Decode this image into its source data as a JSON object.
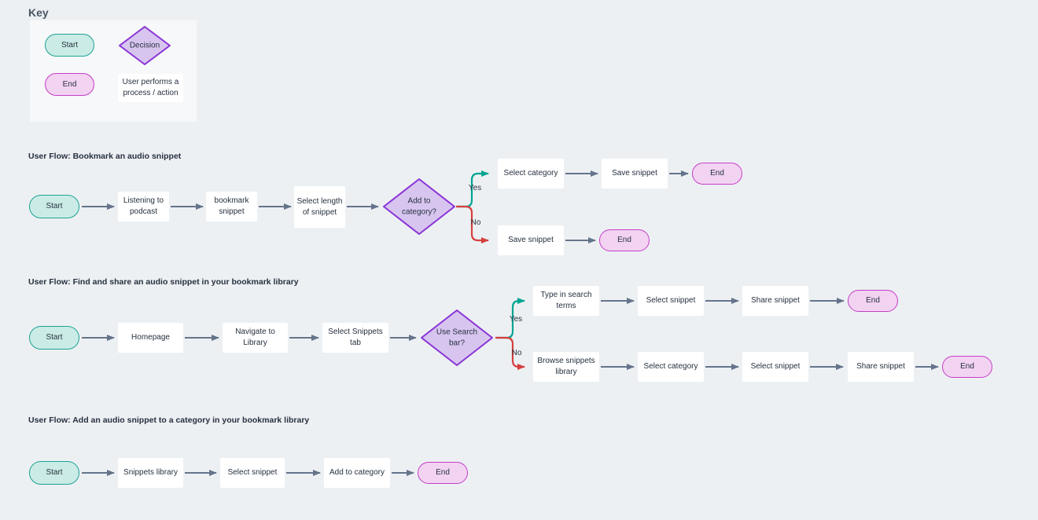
{
  "colors": {
    "background": "#edf0f3",
    "key_panel": "#f7f8f9",
    "start_fill": "#cbece6",
    "start_border": "#1ea295",
    "end_fill": "#f3d3f2",
    "end_border": "#c43fc8",
    "decision_fill": "#d7c5ef",
    "decision_border": "#8a33d6",
    "process_fill": "#ffffff",
    "arrow_gray": "#64748b",
    "arrow_yes": "#00a491",
    "arrow_no": "#d63f3f",
    "text": "#26313f"
  },
  "key": {
    "title": "Key",
    "start": "Start",
    "decision": "Decision",
    "end": "End",
    "process": "User performs a process / action"
  },
  "flow1": {
    "title": "User Flow: Bookmark an audio snippet",
    "start": "Start",
    "step1": "Listening to podcast",
    "step2": "bookmark snippet",
    "step3": "Select length of snippet",
    "decision": "Add to category?",
    "yes_label": "Yes",
    "no_label": "No",
    "yes_step1": "Select category",
    "yes_step2": "Save snippet",
    "yes_end": "End",
    "no_step1": "Save snippet",
    "no_end": "End"
  },
  "flow2": {
    "title": "User Flow: Find and share an audio snippet in your bookmark library",
    "start": "Start",
    "step1": "Homepage",
    "step2": "Navigate to Library",
    "step3": "Select Snippets tab",
    "decision": "Use Search bar?",
    "yes_label": "Yes",
    "no_label": "No",
    "yes_step1": "Type in search terms",
    "yes_step2": "Select snippet",
    "yes_step3": "Share snippet",
    "yes_end": "End",
    "no_step1": "Browse snippets library",
    "no_step2": "Select category",
    "no_step3": "Select snippet",
    "no_step4": "Share snippet",
    "no_end": "End"
  },
  "flow3": {
    "title": "User Flow: Add an audio snippet to a category in your bookmark library",
    "start": "Start",
    "step1": "Snippets library",
    "step2": "Select snippet",
    "step3": "Add to category",
    "end": "End"
  }
}
